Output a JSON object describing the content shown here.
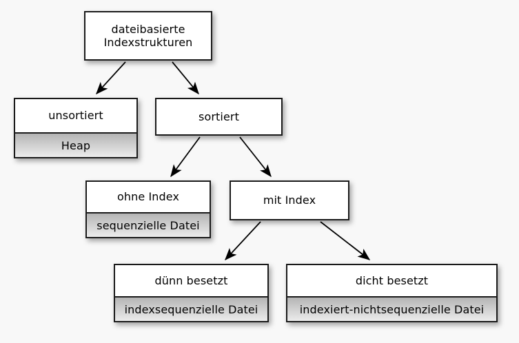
{
  "diagram": {
    "title": "dateibasierte Indexstrukturen",
    "background_color": "#f8f8f8",
    "box_border_color": "#1a1a1a",
    "box_fill_color": "#ffffff",
    "subbox_fill_color": "#c8c8c8",
    "text_color": "#000000",
    "arrow_color": "#000000"
  },
  "nodes": {
    "root": {
      "title": "dateibasierte\nIndexstrukturen",
      "subtitle": null
    },
    "unsorted": {
      "title": "unsortiert",
      "subtitle": "Heap"
    },
    "sorted": {
      "title": "sortiert",
      "subtitle": null
    },
    "no_index": {
      "title": "ohne Index",
      "subtitle": "sequenzielle Datei"
    },
    "with_index": {
      "title": "mit Index",
      "subtitle": null
    },
    "sparse": {
      "title": "dünn besetzt",
      "subtitle": "indexsequenzielle Datei"
    },
    "dense": {
      "title": "dicht besetzt",
      "subtitle": "indexiert-nichtsequenzielle Datei"
    }
  },
  "edges": [
    {
      "name": "root-to-unsortiert",
      "from": "root",
      "to": "unsorted"
    },
    {
      "name": "root-to-sortiert",
      "from": "root",
      "to": "sorted"
    },
    {
      "name": "sortiert-to-ohne-index",
      "from": "sorted",
      "to": "no_index"
    },
    {
      "name": "sortiert-to-mit-index",
      "from": "sorted",
      "to": "with_index"
    },
    {
      "name": "mit-index-to-duenn",
      "from": "with_index",
      "to": "sparse"
    },
    {
      "name": "mit-index-to-dicht",
      "from": "with_index",
      "to": "dense"
    }
  ]
}
